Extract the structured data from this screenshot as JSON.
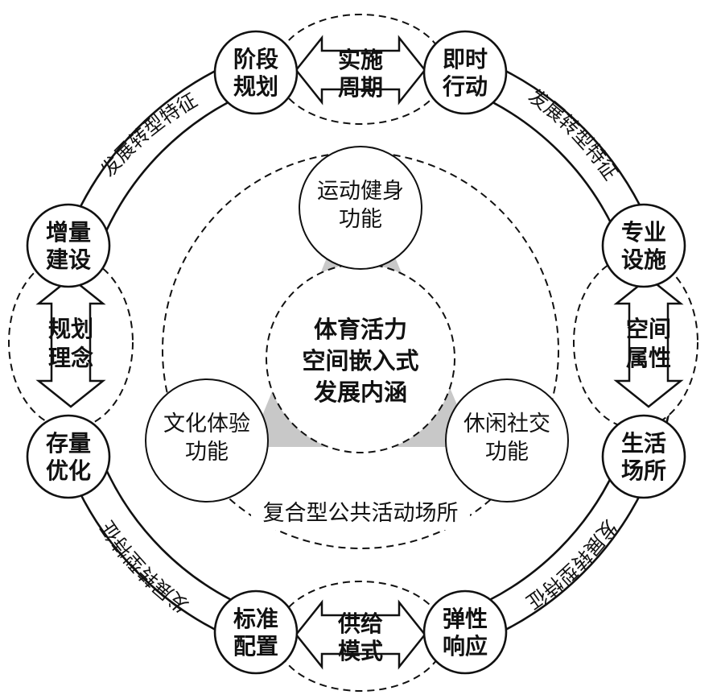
{
  "colors": {
    "stroke": "#111111",
    "triangle": "#c8c8c8",
    "background": "#ffffff"
  },
  "center": {
    "lines": [
      "体育活力",
      "空间嵌入式",
      "发展内涵"
    ]
  },
  "functions": {
    "top": {
      "lines": [
        "运动健身",
        "功能"
      ]
    },
    "left": {
      "lines": [
        "文化体验",
        "功能"
      ]
    },
    "right": {
      "lines": [
        "休闲社交",
        "功能"
      ]
    }
  },
  "inner_ring_label": "复合型公共活动场所",
  "outer_nodes": {
    "top_left": {
      "lines": [
        "阶段",
        "规划"
      ]
    },
    "top_right": {
      "lines": [
        "即时",
        "行动"
      ]
    },
    "right_top": {
      "lines": [
        "专业",
        "设施"
      ]
    },
    "right_bottom": {
      "lines": [
        "生活",
        "场所"
      ]
    },
    "bottom_right": {
      "lines": [
        "弹性",
        "响应"
      ]
    },
    "bottom_left": {
      "lines": [
        "标准",
        "配置"
      ]
    },
    "left_bottom": {
      "lines": [
        "存量",
        "优化"
      ]
    },
    "left_top": {
      "lines": [
        "增量",
        "建设"
      ]
    }
  },
  "arrows": {
    "top": {
      "lines": [
        "实施",
        "周期"
      ]
    },
    "right": {
      "lines": [
        "空间",
        "属性"
      ]
    },
    "bottom": {
      "lines": [
        "供给",
        "模式"
      ]
    },
    "left": {
      "lines": [
        "规划",
        "理念"
      ]
    }
  },
  "band_label": "发展转型特征"
}
